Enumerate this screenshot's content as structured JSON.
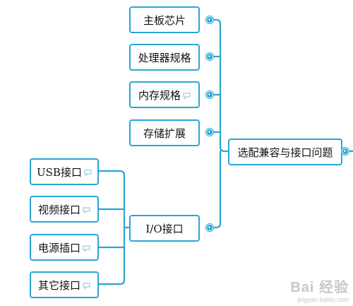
{
  "diagram": {
    "root": {
      "label": "选配兼容与接口问题"
    },
    "branches": [
      {
        "label": "主板芯片",
        "has_note": false
      },
      {
        "label": "处理器规格",
        "has_note": false
      },
      {
        "label": "内存规格",
        "has_note": true
      },
      {
        "label": "存储扩展",
        "has_note": false
      },
      {
        "label": "I/O接口",
        "has_note": false
      }
    ],
    "io_children": [
      {
        "label": "USB接口",
        "has_note": true
      },
      {
        "label": "视频接口",
        "has_note": true
      },
      {
        "label": "电源插口",
        "has_note": true
      },
      {
        "label": "其它接口",
        "has_note": true
      }
    ],
    "colors": {
      "line": "#2aa6d6",
      "node_border": "#2aa6d6",
      "note_icon": "#7ec3df"
    }
  },
  "watermark": {
    "logo": "Bai 经验",
    "url": "jingyan.baidu.com"
  }
}
